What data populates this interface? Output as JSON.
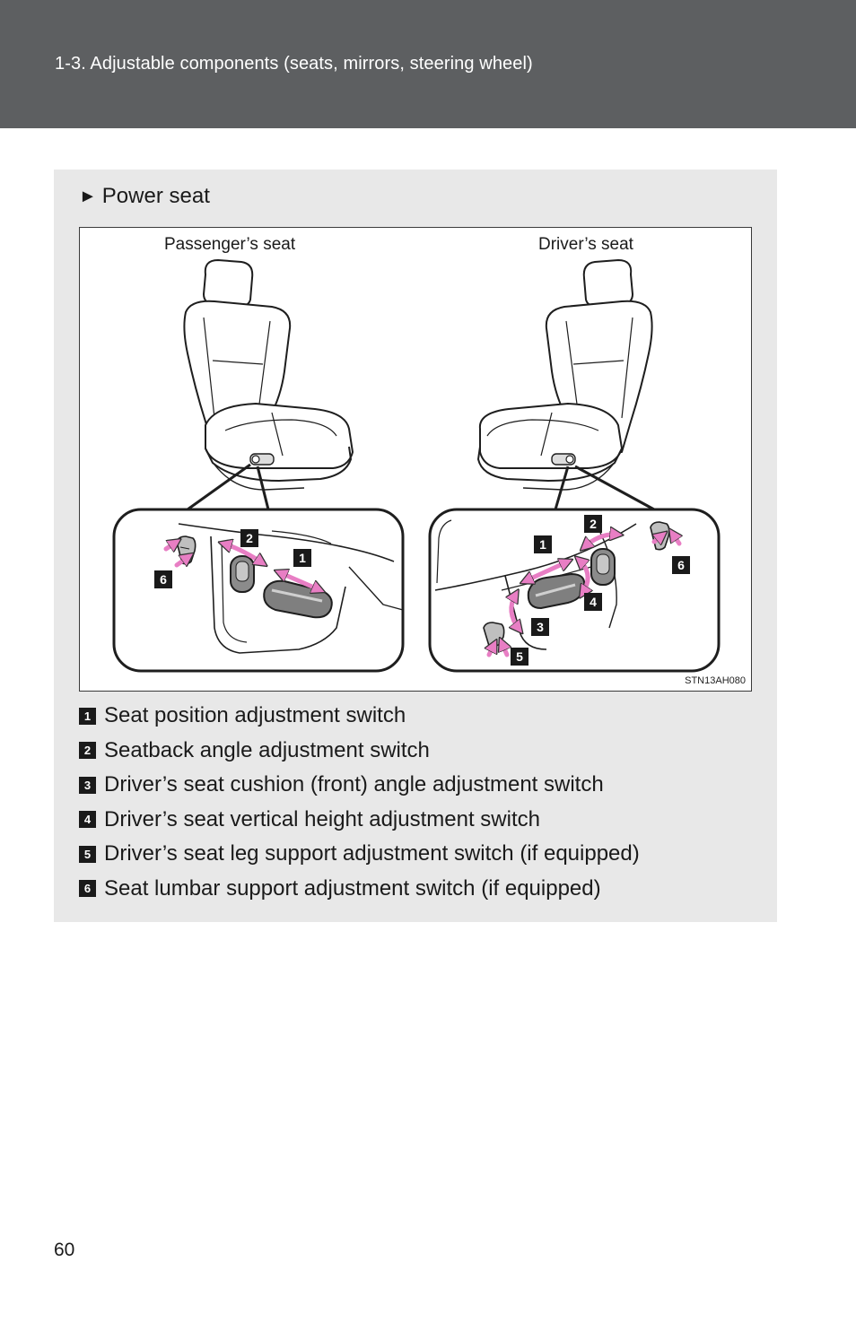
{
  "header": {
    "title": "1-3. Adjustable components (seats, mirrors, steering wheel)"
  },
  "section": {
    "marker": "►",
    "title": "Power seat"
  },
  "figure": {
    "passenger_label": "Passenger’s seat",
    "driver_label": "Driver’s seat",
    "code": "STN13AH080",
    "callouts": {
      "n1": "1",
      "n2": "2",
      "n3": "3",
      "n4": "4",
      "n5": "5",
      "n6": "6"
    },
    "arrow_color": "#e87ec4"
  },
  "legend": [
    {
      "num": "1",
      "text": "Seat position adjustment switch"
    },
    {
      "num": "2",
      "text": "Seatback angle adjustment switch"
    },
    {
      "num": "3",
      "text": "Driver’s seat cushion (front) angle adjustment switch"
    },
    {
      "num": "4",
      "text": "Driver’s seat vertical height adjustment switch"
    },
    {
      "num": "5",
      "text": "Driver’s seat leg support adjustment switch (if equipped)"
    },
    {
      "num": "6",
      "text": "Seat lumbar support adjustment switch (if equipped)"
    }
  ],
  "footer": {
    "page_number": "60"
  }
}
